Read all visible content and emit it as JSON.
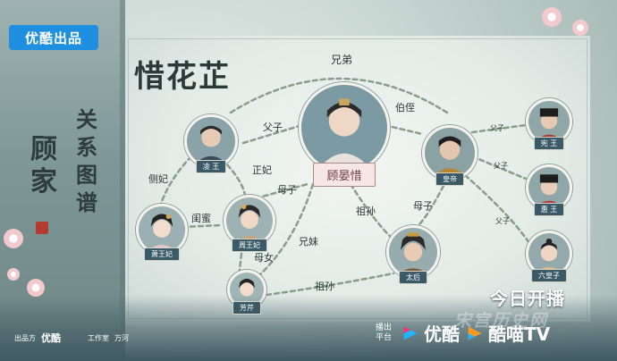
{
  "brand": {
    "badge": "优酷出品"
  },
  "title": {
    "drama": "惜花芷",
    "family": "顾家",
    "subtitle": "关系图谱"
  },
  "characters": {
    "main": "顾晏惜",
    "ling": "凌 王",
    "emperor": "皇帝",
    "xian": "宪 王",
    "hui": "惠 王",
    "prince6": "六皇子",
    "xiaowangfei": "萧王妃",
    "zhouwangfei": "周王妃",
    "taihou": "太后",
    "fangqin": "芳芹"
  },
  "relations": {
    "xiongdi": "兄弟",
    "fuzi1": "父子",
    "bozhi": "伯侄",
    "fuzi_xian": "父子",
    "fuzi_hui": "父子",
    "fuzi_6": "父子",
    "cefei": "侧妃",
    "zhengfei": "正妃",
    "muzi1": "母子",
    "guimi": "闺蜜",
    "xiongmei": "兄妹",
    "zusun1": "祖孙",
    "muzi2": "母子",
    "munv": "母女",
    "zusun2": "祖孙"
  },
  "footer": {
    "producer_label": "出品方",
    "producer": "优酷",
    "studio_label": "工作室",
    "studio": "万河",
    "today": "今日开播",
    "play_label_1": "播出",
    "play_label_2": "平台",
    "platform1": "优酷",
    "platform2": "酷喵TV",
    "watermark": "宋宫历史网"
  },
  "colors": {
    "brand": "#1f8fe0",
    "name_tag": "#395a66",
    "main_tag": "#f7e6e6",
    "panel": "#7e9797"
  }
}
